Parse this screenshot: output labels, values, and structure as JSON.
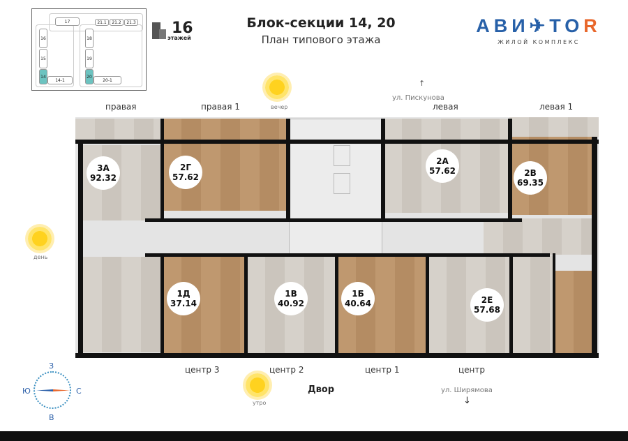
{
  "minimap": {
    "sections": [
      "17",
      "21.1",
      "21.2",
      "21.3",
      "16",
      "15",
      "14",
      "14-1",
      "18",
      "19",
      "20",
      "20-1"
    ],
    "highlighted": [
      "14",
      "20"
    ],
    "highlight_color": "#6cc3c0"
  },
  "floors": {
    "count": "16",
    "label": "этажей"
  },
  "header": {
    "title": "Блок-секции 14, 20",
    "subtitle": "План типового этажа"
  },
  "logo": {
    "part1": "АВИ",
    "part2": "TO",
    "part3": "R",
    "tagline": "ЖИЛОЙ КОМПЛЕКС",
    "brand_color": "#2760a8",
    "accent_color": "#e8672b"
  },
  "orientation": {
    "sun_evening": "вечер",
    "sun_day": "день",
    "sun_morning": "утро",
    "street_top": "ул. Пискунова",
    "street_bottom": "ул. Ширямова",
    "yard": "Двор",
    "compass": {
      "north": "С",
      "south": "Ю",
      "west": "З",
      "east": "В"
    }
  },
  "sides": {
    "top": [
      "правая",
      "правая 1",
      "левая",
      "левая 1"
    ],
    "bottom": [
      "центр 3",
      "центр 2",
      "центр 1",
      "центр"
    ]
  },
  "apartments": [
    {
      "type": "3А",
      "area": "92.32"
    },
    {
      "type": "2Г",
      "area": "57.62"
    },
    {
      "type": "2А",
      "area": "57.62"
    },
    {
      "type": "2В",
      "area": "69.35"
    },
    {
      "type": "1Д",
      "area": "37.14"
    },
    {
      "type": "1В",
      "area": "40.92"
    },
    {
      "type": "1Б",
      "area": "40.64"
    },
    {
      "type": "2Е",
      "area": "57.68"
    }
  ]
}
